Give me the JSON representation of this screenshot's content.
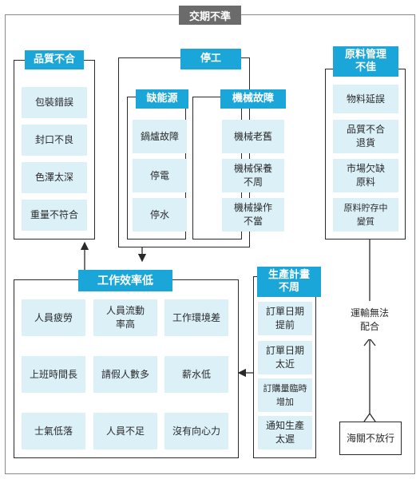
{
  "title": "交期不準",
  "colors": {
    "header": "#1aa6d8",
    "cell": "#dcf0f8",
    "line": "#2a2a2a",
    "title_bg": "#6b6b6b"
  },
  "quality": {
    "header": "品質不合",
    "items": [
      "包裝錯誤",
      "封口不良",
      "色澤太深",
      "重量不符合"
    ]
  },
  "shutdown": {
    "header": "停工",
    "energy": {
      "header": "缺能源",
      "items": [
        "鍋爐故障",
        "停電",
        "停水"
      ]
    },
    "machine": {
      "header": "機械故障",
      "items": [
        "機械老舊",
        "機械保養\n不周",
        "機械操作\n不當"
      ]
    }
  },
  "material": {
    "header": "原料管理\n不佳",
    "items": [
      "物料延誤",
      "品質不合\n退貨",
      "市場欠缺\n原料",
      "原料貯存中\n變質"
    ]
  },
  "efficiency": {
    "header": "工作效率低",
    "items": [
      "人員疲勞",
      "人員流動\n率高",
      "工作環境差",
      "上班時間長",
      "請假人數多",
      "薪水低",
      "士氣低落",
      "人員不足",
      "沒有向心力"
    ]
  },
  "plan": {
    "header": "生產計畫\n不周",
    "items": [
      "訂單日期\n提前",
      "訂單日期\n太近",
      "訂購量臨時\n增加",
      "通知生產\n太遲"
    ]
  },
  "transport": {
    "label": "運輸無法\n配合"
  },
  "customs": {
    "label": "海關不放行"
  }
}
